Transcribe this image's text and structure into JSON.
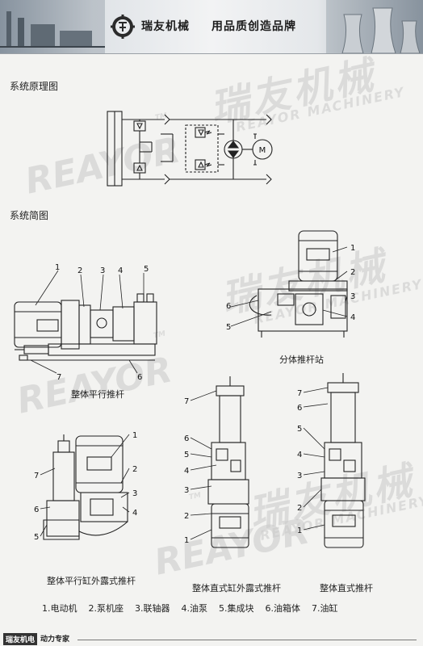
{
  "header": {
    "brand_name": "瑞友机械",
    "slogan": "用品质创造品牌"
  },
  "watermark": {
    "cn": "瑞友机械",
    "en": "REAYOR MACHINERY",
    "logo": "REAYOR",
    "tm": "TM"
  },
  "sections": {
    "principle_title": "系统原理图",
    "sketch_title": "系统简图"
  },
  "captions": {
    "integral_parallel": "整体平行推杆",
    "split_station": "分体推杆站",
    "parallel_external": "整体平行缸外露式推杆",
    "vertical_external": "整体直式缸外露式推杆",
    "vertical": "整体直式推杆"
  },
  "legend": [
    "1.电动机",
    "2.泵机座",
    "3.联轴器",
    "4.油泵",
    "5.集成块",
    "6.油箱体",
    "7.油缸"
  ],
  "schematic": {
    "motor_label": "M"
  },
  "footer": {
    "badge": "瑞友机电",
    "slogan": "动力专家"
  },
  "parts": {
    "n1": "1",
    "n2": "2",
    "n3": "3",
    "n4": "4",
    "n5": "5",
    "n6": "6",
    "n7": "7"
  }
}
